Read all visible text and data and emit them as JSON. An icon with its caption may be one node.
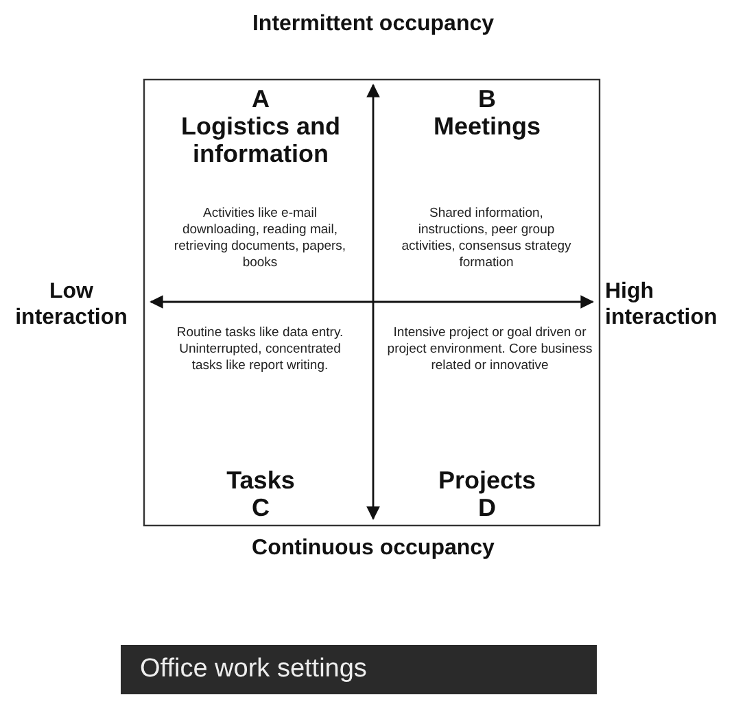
{
  "diagram": {
    "caption": "Office work settings",
    "labels": [
      "Intermittent occupancy",
      "A",
      "Logistics and information",
      "B",
      "Meetings",
      "Activities like e-mail downloading, reading mail, retrieving documents, papers, books",
      "Shared information, instructions, peer group activities, consensus strategy formation",
      "Low interaction",
      "High interaction",
      "Routine tasks like data entry. Uninterrupted, concentrated tasks like report writing.",
      "Intensive project or goal driven or project environment. Core business related or innovative",
      "Tasks",
      "Projects",
      "C",
      "D",
      "Continuous occupancy"
    ]
  }
}
